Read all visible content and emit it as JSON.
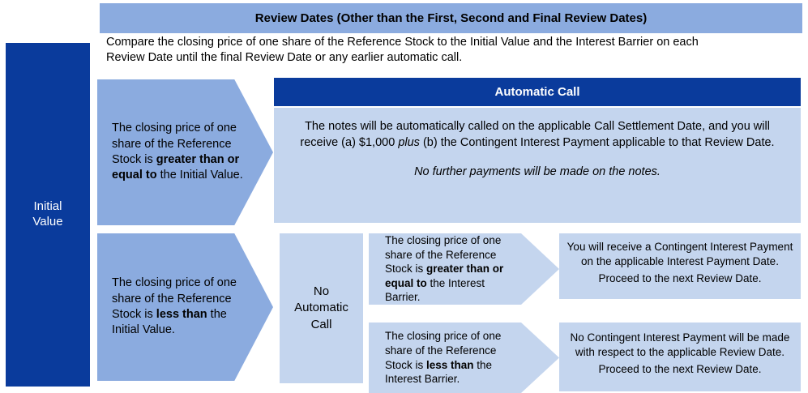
{
  "colors": {
    "navy": "#0A3B9C",
    "mid_blue": "#8BABDF",
    "pale_blue": "#C4D5EE",
    "white": "#FFFFFF",
    "text": "#000000"
  },
  "initial_value": {
    "line1": "Initial",
    "line2": "Value"
  },
  "review_header": {
    "title": "Review Dates (Other than the First, Second and Final Review Dates)",
    "body_line1": "Compare the closing price of one share of the Reference Stock to the Initial Value and the Interest Barrier on each",
    "body_line2": "Review Date until the final Review Date or any earlier automatic call."
  },
  "condition_above": {
    "text_pre": "The closing price of one share of the Reference Stock is ",
    "text_bold": "greater than or equal to",
    "text_post": " the Initial Value."
  },
  "condition_below": {
    "text_pre": "The closing price of one share of the Reference Stock is ",
    "text_bold": "less than",
    "text_post": " the Initial Value."
  },
  "automatic_call": {
    "title": "Automatic Call",
    "body_pre": "The notes will be automatically called on the applicable Call Settlement Date, and you will receive (a) $1,000 ",
    "body_italic": "plus",
    "body_post": " (b) the Contingent Interest Payment applicable to that Review Date.",
    "note_italic": "No further payments will be made on the notes."
  },
  "no_automatic_call": {
    "line1": "No",
    "line2": "Automatic",
    "line3": "Call"
  },
  "barrier_above": {
    "text_pre": "The closing price of one share of the Reference Stock is ",
    "text_bold": "greater than or equal to",
    "text_post": " the Interest Barrier."
  },
  "barrier_below": {
    "text_pre": "The closing price of one share of the Reference Stock is ",
    "text_bold": "less than",
    "text_post": " the Interest Barrier."
  },
  "outcome_pay": {
    "line1": "You will receive a Contingent Interest Payment on the applicable Interest Payment Date.",
    "line2": "Proceed to the next Review Date."
  },
  "outcome_nopay": {
    "line1": "No Contingent Interest Payment will be made with respect to the applicable Review Date.",
    "line2": "Proceed to the next Review Date."
  }
}
